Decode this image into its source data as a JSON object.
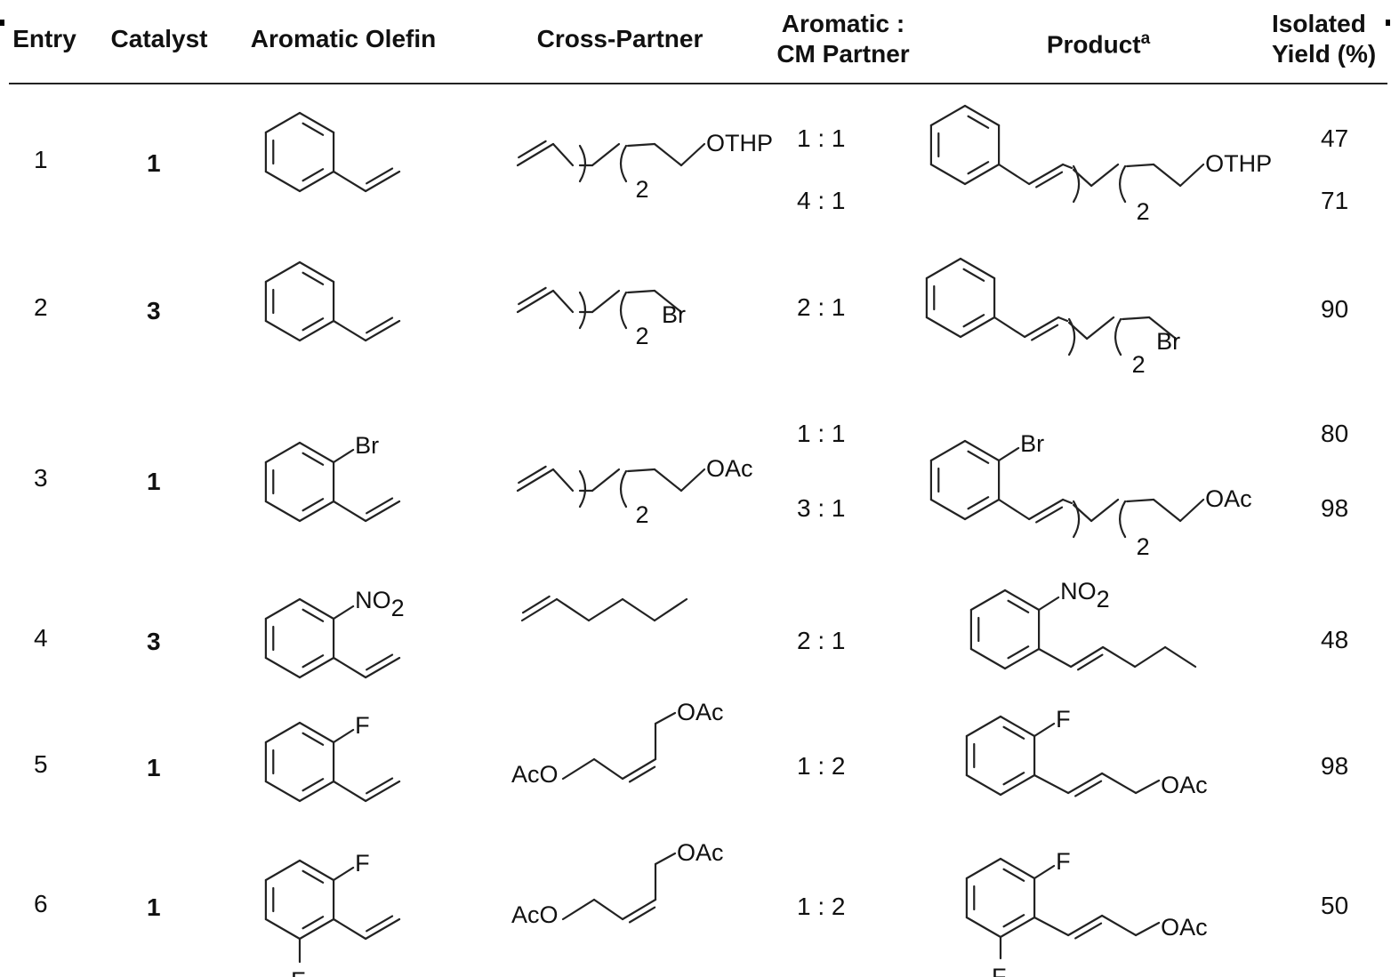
{
  "headers": {
    "entry": "Entry",
    "catalyst": "Catalyst",
    "aromatic_olefin": "Aromatic Olefin",
    "cross_partner": "Cross-Partner",
    "ratio_line1": "Aromatic :",
    "ratio_line2": "CM Partner",
    "product": "Product",
    "product_footnote": "a",
    "yield_line1": "Isolated",
    "yield_line2": "Yield (%)"
  },
  "rows": [
    {
      "entry": "1",
      "catalyst": "1",
      "ratios": [
        "1 : 1",
        "4 : 1"
      ],
      "yields": [
        "47",
        "71"
      ]
    },
    {
      "entry": "2",
      "catalyst": "3",
      "ratios": [
        "2 : 1"
      ],
      "yields": [
        "90"
      ]
    },
    {
      "entry": "3",
      "catalyst": "1",
      "ratios": [
        "1 : 1",
        "3 : 1"
      ],
      "yields": [
        "80",
        "98"
      ]
    },
    {
      "entry": "4",
      "catalyst": "3",
      "ratios": [
        "2 : 1"
      ],
      "yields": [
        "48"
      ]
    },
    {
      "entry": "5",
      "catalyst": "1",
      "ratios": [
        "1 : 2"
      ],
      "yields": [
        "98"
      ]
    },
    {
      "entry": "6",
      "catalyst": "1",
      "ratios": [
        "1 : 2"
      ],
      "yields": [
        "50"
      ]
    }
  ],
  "structures": {
    "otph": "OTHP",
    "br": "Br",
    "oac": "OAc",
    "aco": "AcO",
    "no": "NO",
    "f": "F",
    "sub2": "2"
  }
}
